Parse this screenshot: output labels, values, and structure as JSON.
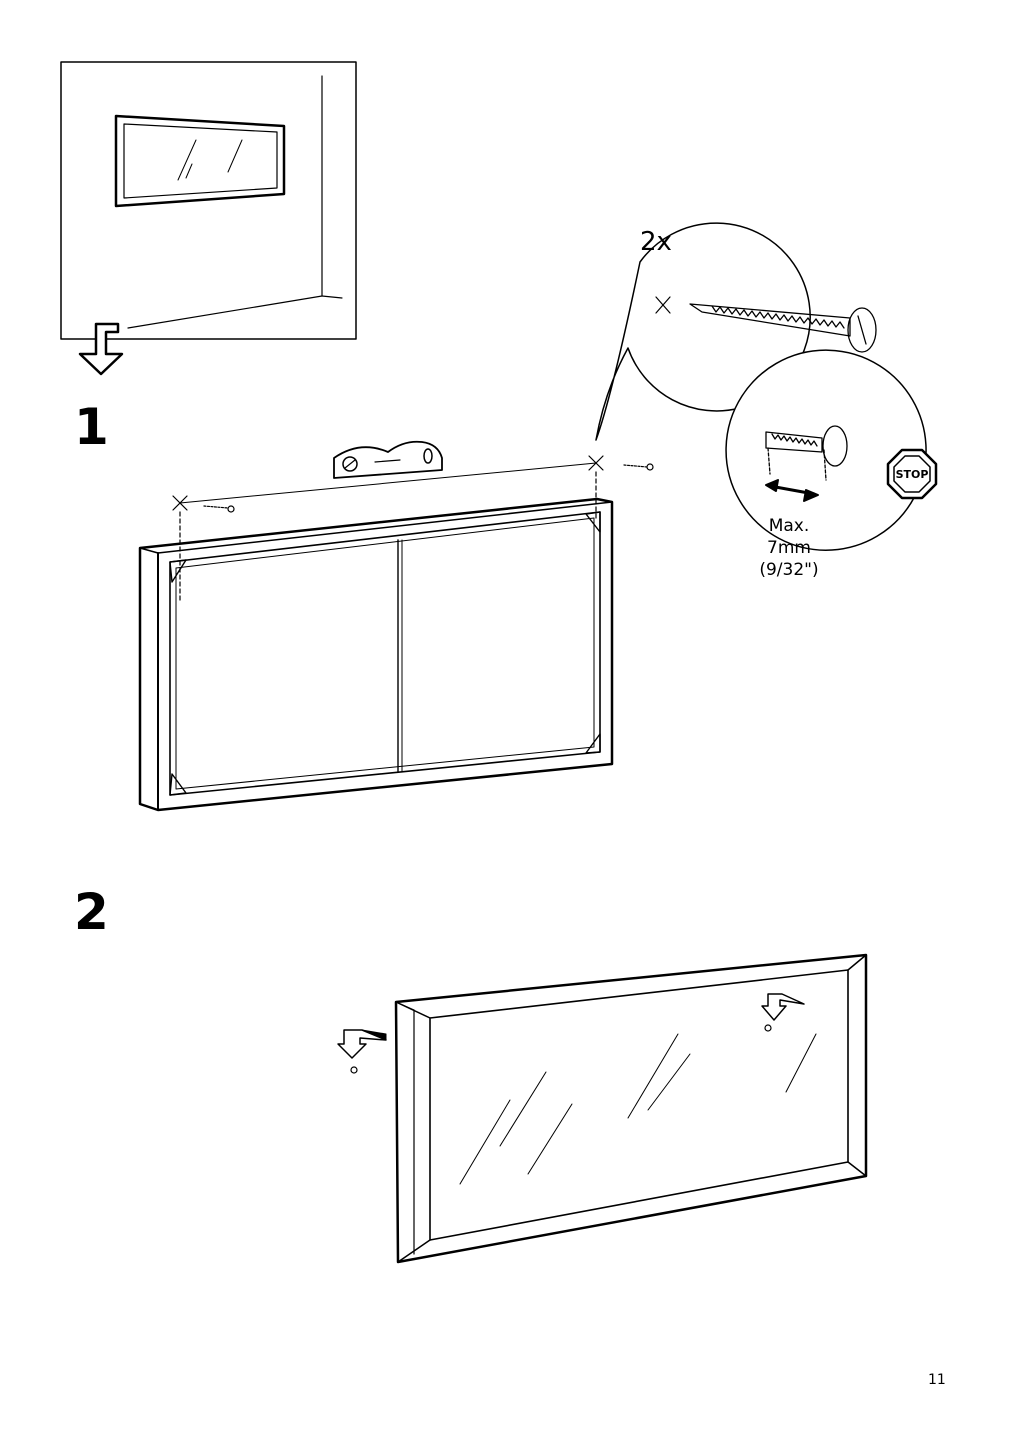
{
  "step1": {
    "number": "1"
  },
  "step2": {
    "number": "2"
  },
  "detail": {
    "quantity": "2x",
    "max_label": [
      "Max.",
      "7mm",
      "(9/32\")"
    ],
    "stop_sign": "STOP"
  },
  "page_number": "11"
}
